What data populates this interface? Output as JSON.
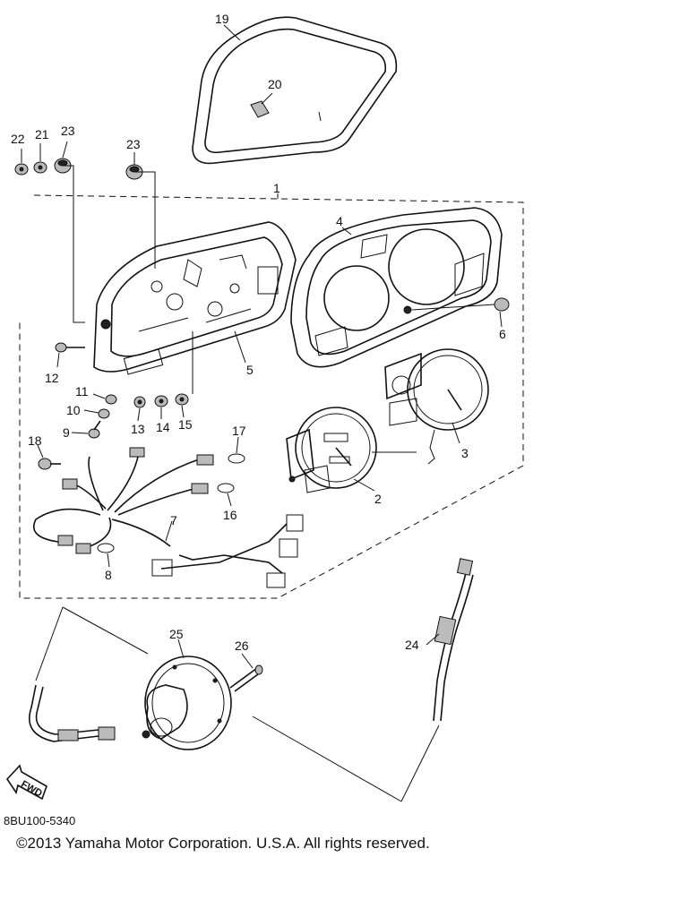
{
  "diagram": {
    "callouts": {
      "p1": "1",
      "p2": "2",
      "p3": "3",
      "p4": "4",
      "p5": "5",
      "p6": "6",
      "p7": "7",
      "p8": "8",
      "p9": "9",
      "p10": "10",
      "p11": "11",
      "p12": "12",
      "p13": "13",
      "p14": "14",
      "p15": "15",
      "p16": "16",
      "p17": "17",
      "p18": "18",
      "p19": "19",
      "p20": "20",
      "p21": "21",
      "p22": "22",
      "p23a": "23",
      "p23b": "23",
      "p24": "24",
      "p25": "25",
      "p26": "26"
    },
    "arrow_label": "FWD",
    "diagram_code": "8BU100-5340",
    "copyright": "©2013 Yamaha Motor Corporation. U.S.A. All rights reserved."
  }
}
